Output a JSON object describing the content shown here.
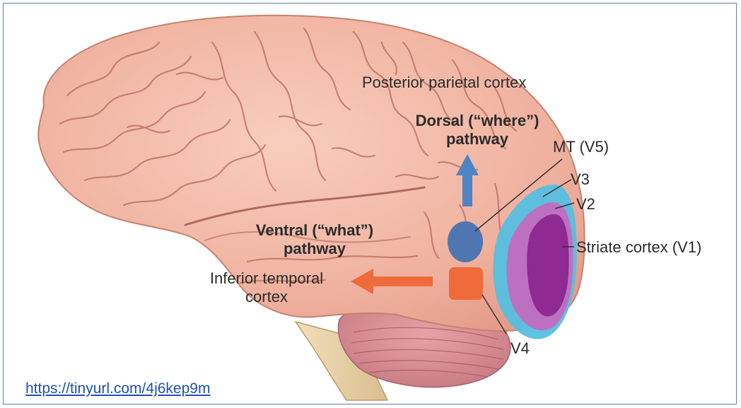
{
  "labels": {
    "posterior_parietal": "Posterior parietal cortex",
    "dorsal_line1": "Dorsal (“where”)",
    "dorsal_line2": "pathway",
    "mt": "MT (V5)",
    "v3": "V3",
    "v2": "V2",
    "striate": "Striate cortex (V1)",
    "ventral_line1": "Ventral (“what”)",
    "ventral_line2": "pathway",
    "inferior_line1": "Inferior temporal",
    "inferior_line2": "cortex",
    "v4": "V4"
  },
  "link": {
    "text": "https://tinyurl.com/4j6kep9m"
  },
  "colors": {
    "brain_fill": "#f2b8a6",
    "brain_stroke": "#c9867a",
    "sulci": "#c47f73",
    "cerebellum": "#d98d94",
    "brainstem": "#ecd3a9",
    "v1": "#8e2a92",
    "v2": "#c26cbf",
    "v3": "#56bfe0",
    "mt": "#4f76b0",
    "v4": "#ef6b3a",
    "dorsal_arrow": "#4f84c4",
    "ventral_arrow": "#ef6b3a",
    "frame": "#5a7fb6",
    "link": "#1f4fb8"
  }
}
